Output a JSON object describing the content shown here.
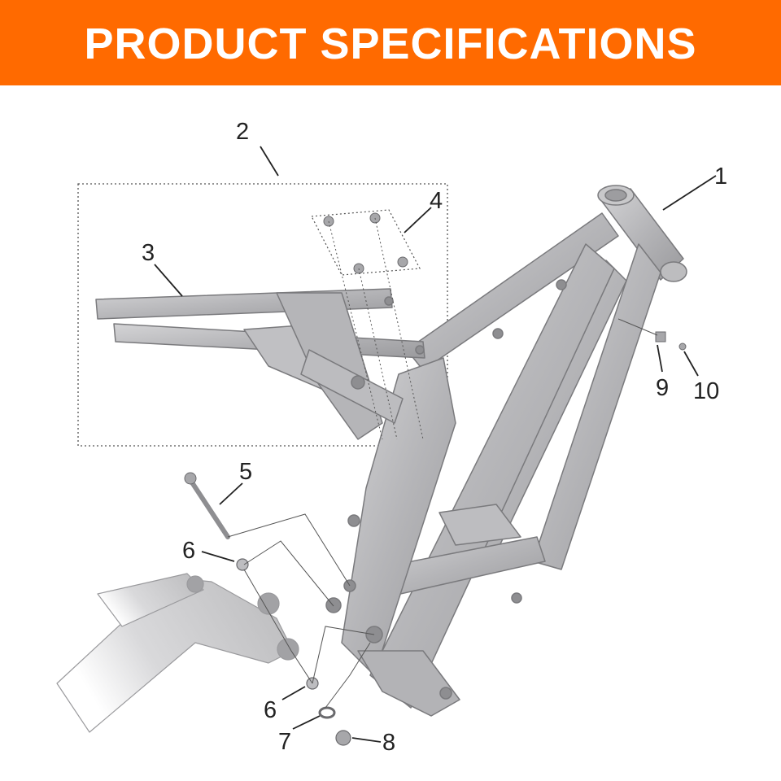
{
  "banner": {
    "title": "PRODUCT SPECIFICATIONS",
    "background_color": "#ff6a00",
    "text_color": "#ffffff"
  },
  "diagram": {
    "subject": "motorcycle frame exploded parts diagram",
    "part_color": "#b9b9bb",
    "line_color": "#222222",
    "callouts": [
      {
        "label": "1"
      },
      {
        "label": "2"
      },
      {
        "label": "3"
      },
      {
        "label": "4"
      },
      {
        "label": "5"
      },
      {
        "label": "6"
      },
      {
        "label": "6"
      },
      {
        "label": "7"
      },
      {
        "label": "8"
      },
      {
        "label": "9"
      },
      {
        "label": "10"
      }
    ]
  }
}
